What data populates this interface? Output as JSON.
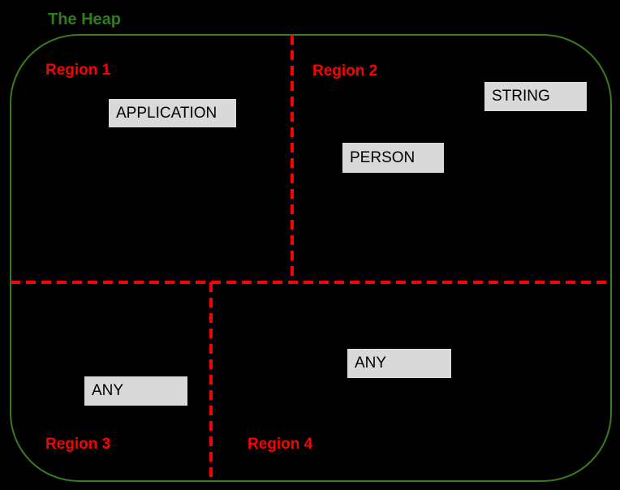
{
  "diagram": {
    "title": "The Heap",
    "regions": [
      {
        "label": "Region 1"
      },
      {
        "label": "Region 2"
      },
      {
        "label": "Region 3"
      },
      {
        "label": "Region 4"
      }
    ],
    "boxes": [
      {
        "label": "APPLICATION",
        "region": "Region 1"
      },
      {
        "label": "STRING",
        "region": "Region 2"
      },
      {
        "label": "PERSON",
        "region": "Region 2"
      },
      {
        "label": "ANY",
        "region": "Region 3"
      },
      {
        "label": "ANY",
        "region": "Region 4"
      }
    ],
    "colors": {
      "background": "#000000",
      "heap_border": "#3c7a1e",
      "title_green": "#2f7d1f",
      "region_label_red": "#ff0000",
      "divider_red": "#ff0000",
      "box_fill": "#d9d9d9",
      "box_border": "#000000",
      "box_text": "#000000"
    }
  }
}
